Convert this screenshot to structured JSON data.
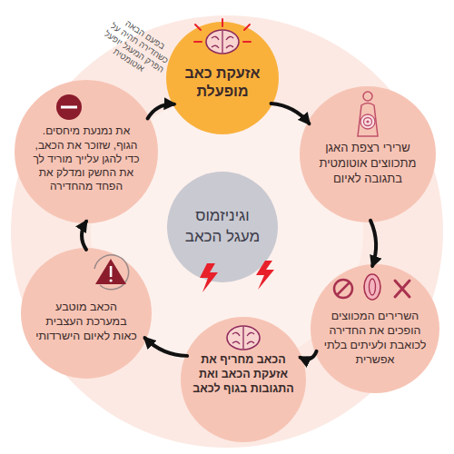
{
  "diagram": {
    "nodes": [
      {
        "text": [
          "אזעקת כאב מופעלת"
        ]
      },
      {
        "text": [
          "שרירי רצפת האגן מתכווצים אוטומטית בתגובה לאיום"
        ]
      },
      {
        "text": [
          "השרירים המכווצים הופכים את החדירה לכואבת ולעיתים בלתי אפשרית"
        ]
      },
      {
        "text": [
          "הכאב מחריף את אזעקת הכאב ואת התגובות בגוף לכאב"
        ]
      },
      {
        "text": [
          "הכאב מוטבע במערכת העצבית כאות לאיום הישרדותי"
        ]
      },
      {
        "text": [
          "את נמנעת מיחסים.",
          "הגוף, שזוכר את הכאב, כדי להגן עלייך מוריד לך את החשק ומדלק את הפחד מהחדירה"
        ]
      },
      {
        "text": [
          "וגיניזמוס מעגל הכאב"
        ]
      }
    ],
    "edges": [
      {
        "from": 0,
        "to": 1,
        "arrow": "to"
      },
      {
        "from": 1,
        "to": 2,
        "arrow": "to"
      },
      {
        "from": 2,
        "to": 3,
        "arrow": "to"
      },
      {
        "from": 3,
        "to": 4,
        "arrow": "to"
      },
      {
        "from": 4,
        "to": 5,
        "arrow": "to"
      },
      {
        "from": 5,
        "to": 0,
        "arrow": "to"
      }
    ],
    "labels": [
      "בפעם הבאה כשחדירה תהיה על הפרק המעגל יופעל אוטומטית"
    ]
  }
}
